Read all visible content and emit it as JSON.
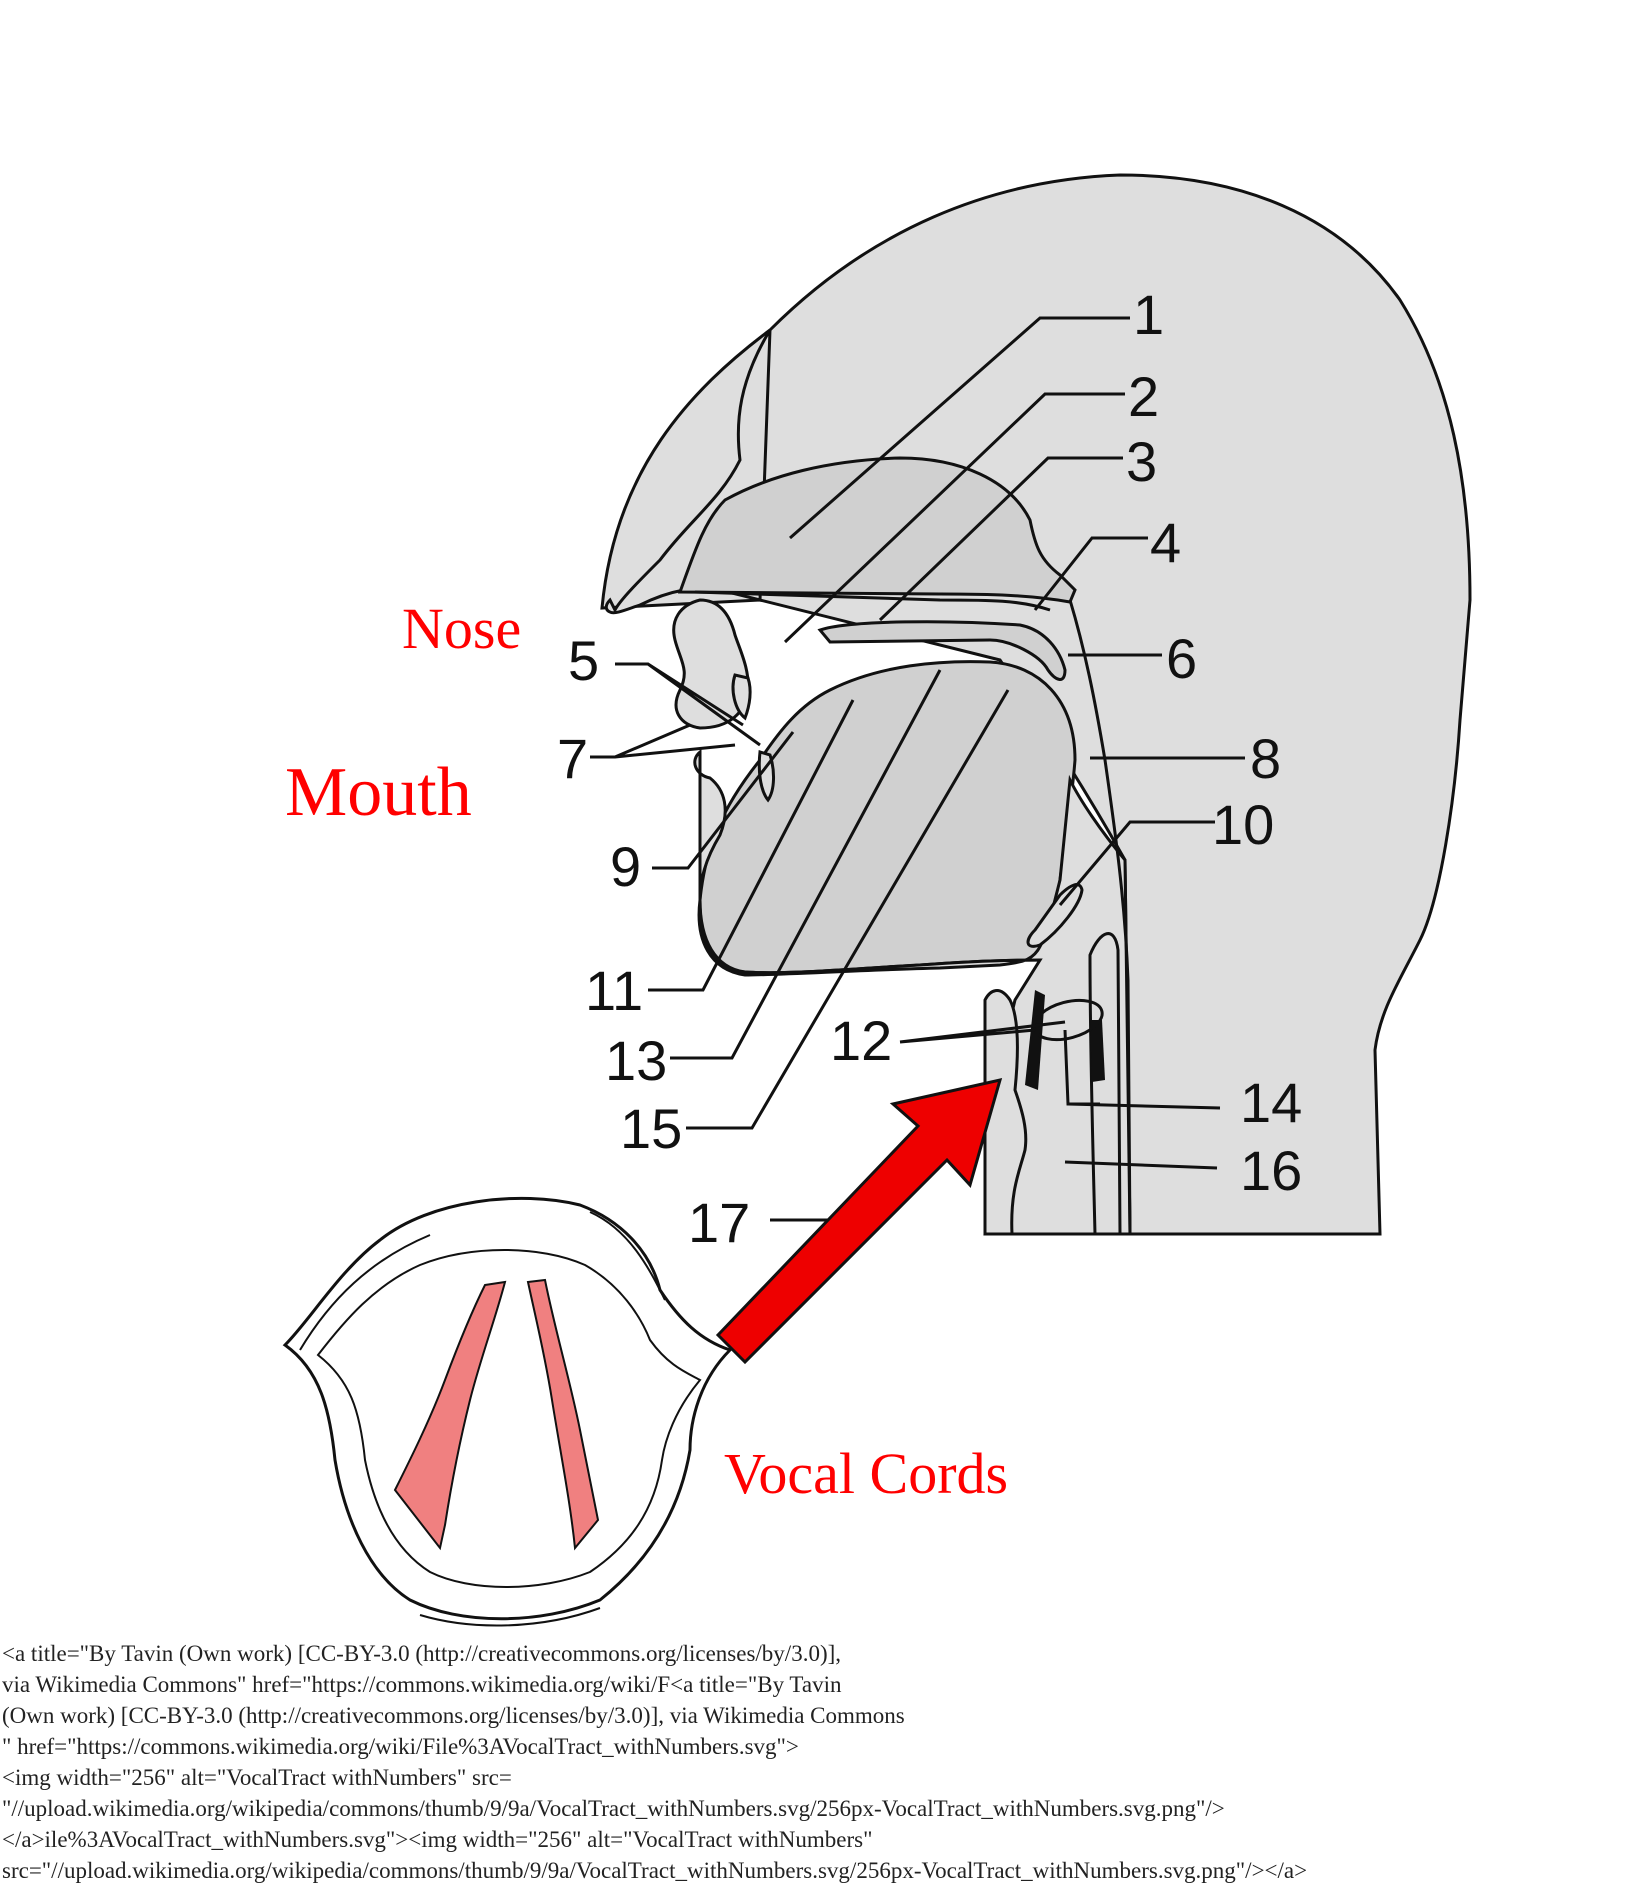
{
  "colors": {
    "tissue": "#dedede",
    "region_label": "#ff0000",
    "arrow": "#ee0000",
    "vocal_fold": "#f08080"
  },
  "labels": {
    "nose": "Nose",
    "mouth": "Mouth",
    "vocal_cords": "Vocal Cords"
  },
  "numbers": [
    "1",
    "2",
    "3",
    "4",
    "5",
    "6",
    "7",
    "8",
    "9",
    "10",
    "11",
    "12",
    "13",
    "14",
    "15",
    "16",
    "17"
  ],
  "caption": "<a title=\"By Tavin (Own work) [CC-BY-3.0 (http://creativecommons.org/licenses/by/3.0)],\nvia Wikimedia Commons\" href=\"https://commons.wikimedia.org/wiki/F<a title=\"By Tavin\n(Own work) [CC-BY-3.0 (http://creativecommons.org/licenses/by/3.0)], via Wikimedia Commons\n\" href=\"https://commons.wikimedia.org/wiki/File%3AVocalTract_withNumbers.svg\">\n<img width=\"256\" alt=\"VocalTract withNumbers\" src=\n\"//upload.wikimedia.org/wikipedia/commons/thumb/9/9a/VocalTract_withNumbers.svg/256px-VocalTract_withNumbers.svg.png\"/>\n</a>ile%3AVocalTract_withNumbers.svg\"><img width=\"256\" alt=\"VocalTract withNumbers\"\nsrc=\"//upload.wikimedia.org/wikipedia/commons/thumb/9/9a/VocalTract_withNumbers.svg/256px-VocalTract_withNumbers.svg.png\"/></a>"
}
